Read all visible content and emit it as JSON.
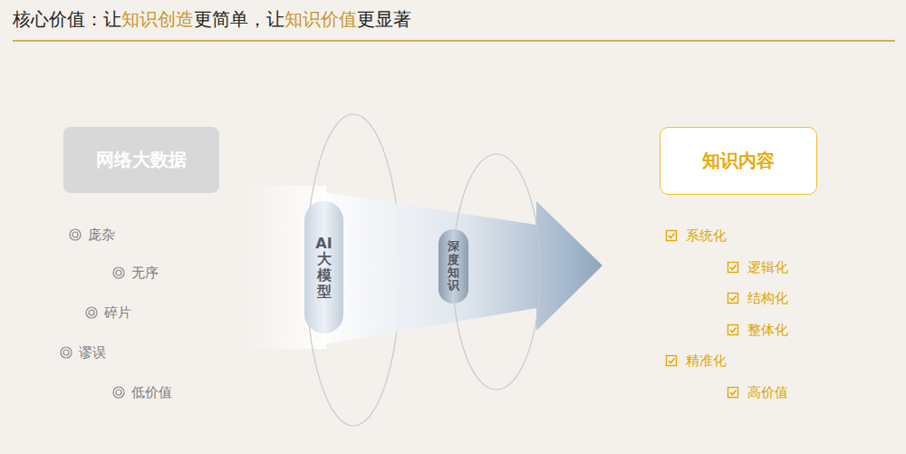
{
  "diagram": {
    "title": "核心价值：让知识创造更简单，让知识价值更显著",
    "nodes": [
      {
        "text": [
          "网络大数据"
        ]
      },
      {
        "text": [
          "AI 大模型"
        ]
      },
      {
        "text": [
          "深度知识"
        ]
      },
      {
        "text": [
          "知识内容"
        ]
      }
    ],
    "labels": [
      "庞杂",
      "无序",
      "碎片",
      "谬误",
      "低价值",
      "系统化",
      "逻辑化",
      "结构化",
      "整体化",
      "精准化",
      "高价值"
    ]
  }
}
